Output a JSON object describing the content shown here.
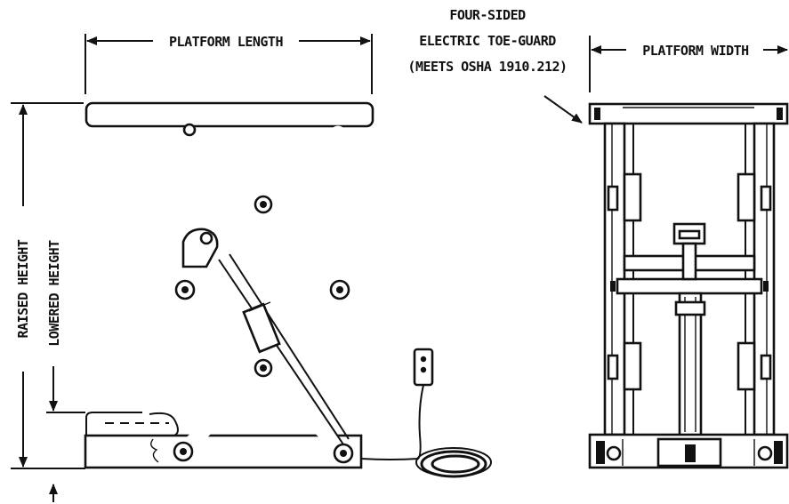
{
  "labels": {
    "platform_length": "PLATFORM LENGTH",
    "toe_guard_line1": "FOUR-SIDED",
    "toe_guard_line2": "ELECTRIC TOE-GUARD",
    "toe_guard_line3": "(MEETS OSHA 1910.212)",
    "platform_width": "PLATFORM WIDTH",
    "raised_height": "RAISED HEIGHT",
    "lowered_height": "LOWERED HEIGHT"
  },
  "colors": {
    "line": "#111111",
    "background": "#ffffff"
  }
}
